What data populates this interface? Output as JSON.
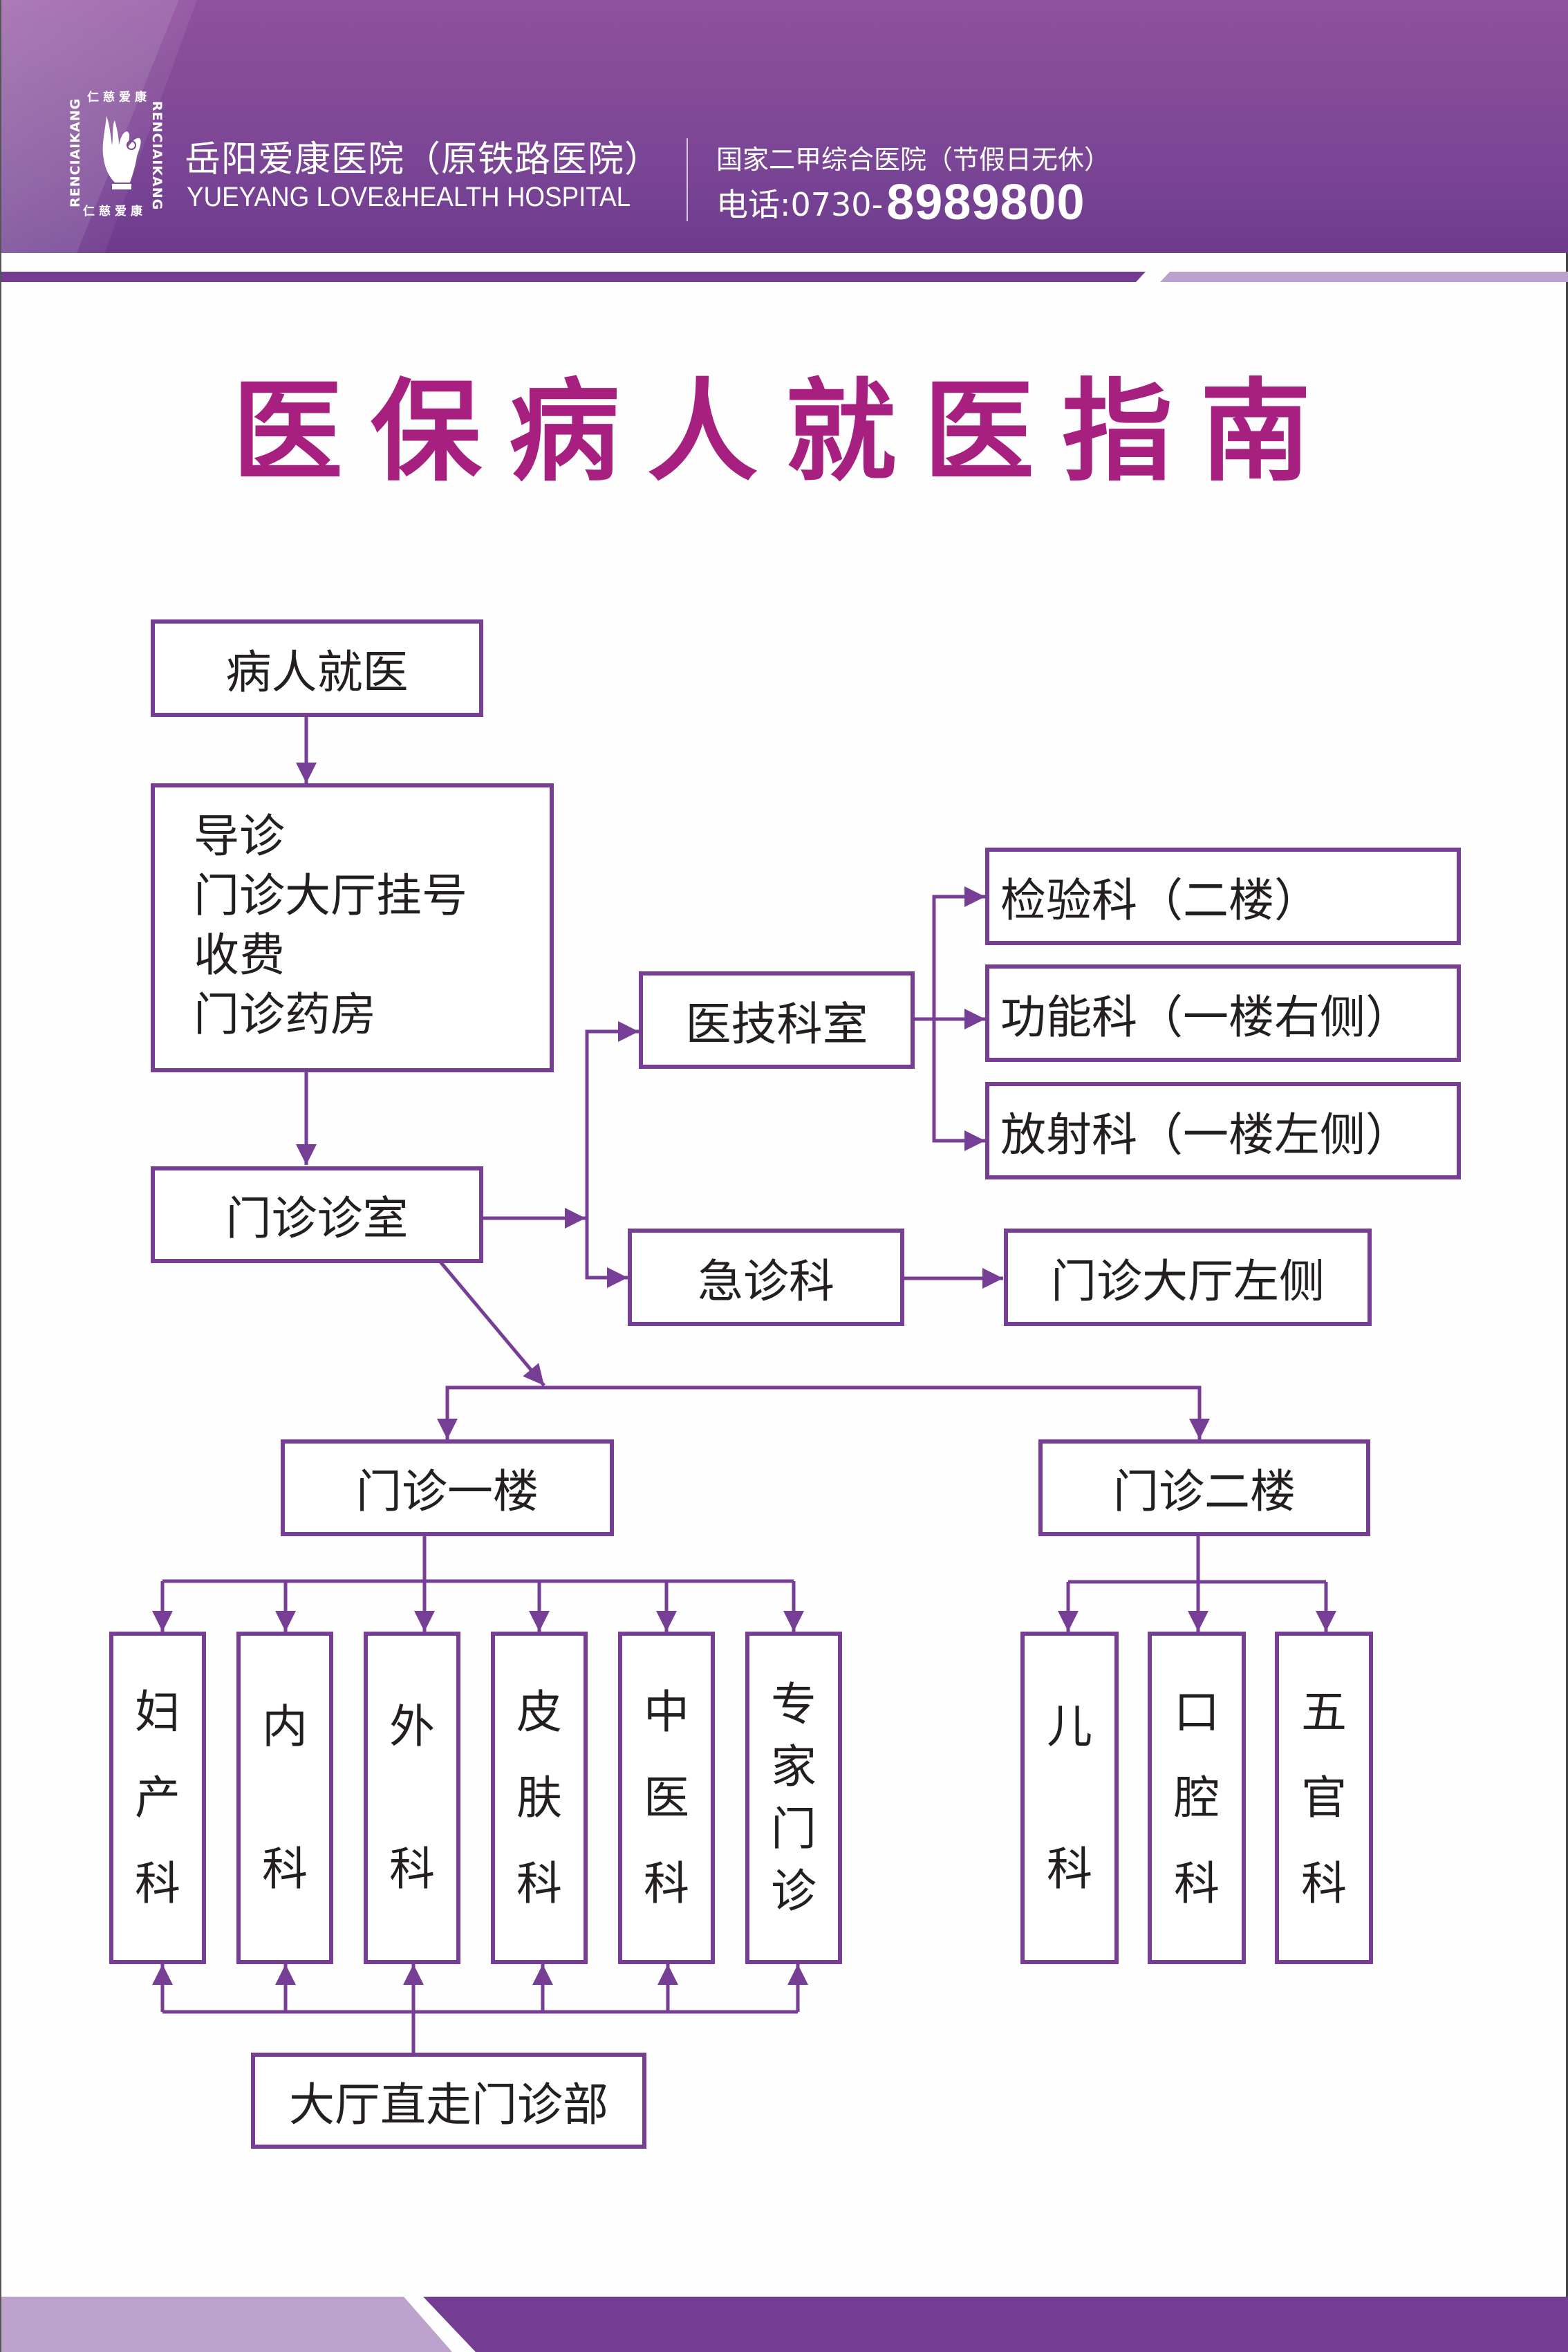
{
  "header": {
    "logo": {
      "text_en": "RENCIAIKANG",
      "text_cn": "仁慈爱康",
      "icon": "hand-mudra-icon"
    },
    "hospital_name": "岳阳爱康医院（原铁路医院）",
    "hospital_name_en": "YUEYANG LOVE&HEALTH HOSPITAL",
    "hospital_level": "国家二甲综合医院（节假日无休）",
    "phone_label": "电话:0730-",
    "phone_number": "8989800"
  },
  "title": "医保病人就医指南",
  "colors": {
    "brand_purple": "#733e91",
    "light_purple": "#bba1cb",
    "title_magenta": "#a8207f",
    "box_border": "#763e94",
    "text": "#231f20"
  },
  "flowchart": {
    "start": "病人就医",
    "registration": [
      "导诊",
      "门诊大厅挂号",
      "收费",
      "门诊药房"
    ],
    "clinic_room": "门诊诊室",
    "medtech": "医技科室",
    "medtech_depts": [
      "检验科（二楼）",
      "功能科（一楼右侧）",
      "放射科（一楼左侧）"
    ],
    "emergency": "急诊科",
    "emergency_location": "门诊大厅左侧",
    "floor1": {
      "label": "门诊一楼",
      "depts": [
        "妇产科",
        "内科",
        "外科",
        "皮肤科",
        "中医科",
        "专家门诊"
      ]
    },
    "floor2": {
      "label": "门诊二楼",
      "depts": [
        "儿科",
        "口腔科",
        "五官科"
      ]
    },
    "direct_access": "大厅直走门诊部"
  }
}
